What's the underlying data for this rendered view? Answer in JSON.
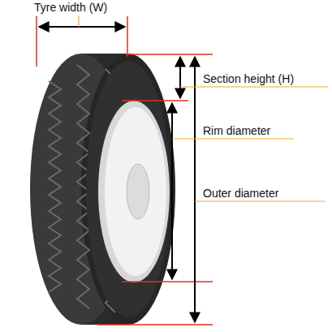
{
  "diagram": {
    "labels": [
      "Tyre width (W)",
      "Section height (H)",
      "Rim diameter",
      "Outer diameter"
    ]
  }
}
